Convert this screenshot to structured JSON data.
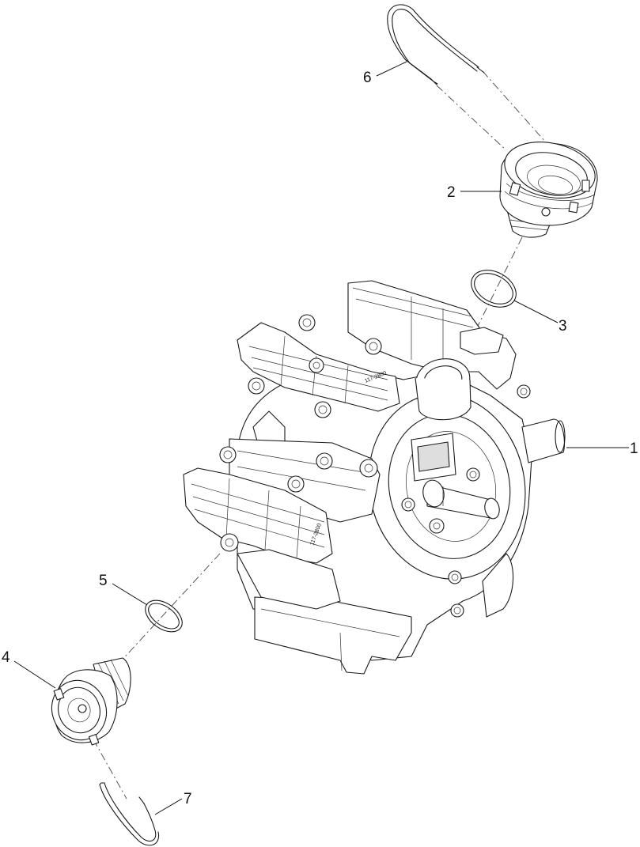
{
  "diagram": {
    "callouts": [
      {
        "id": "1",
        "label": "1"
      },
      {
        "id": "2",
        "label": "2"
      },
      {
        "id": "3",
        "label": "3"
      },
      {
        "id": "4",
        "label": "4"
      },
      {
        "id": "5",
        "label": "5"
      },
      {
        "id": "6",
        "label": "6"
      },
      {
        "id": "7",
        "label": "7"
      }
    ],
    "part_markings": {
      "upper_manifold": "117-2800",
      "lower_manifold": "117-2800"
    }
  }
}
